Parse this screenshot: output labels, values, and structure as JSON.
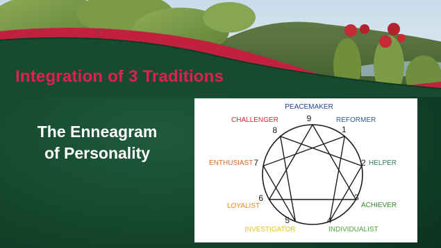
{
  "slide": {
    "title": "Integration of 3 Traditions",
    "subtitle_line1": "The Enneagram",
    "subtitle_line2": "of Personality"
  },
  "enneagram": {
    "types": [
      {
        "number": "9",
        "label": "PEACEMAKER",
        "color": "#1f3f9a"
      },
      {
        "number": "1",
        "label": "REFORMER",
        "color": "#2a5b8c"
      },
      {
        "number": "2",
        "label": "HELPER",
        "color": "#2e7d5b"
      },
      {
        "number": "3",
        "label": "ACHIEVER",
        "color": "#2f8a2f"
      },
      {
        "number": "4",
        "label": "INDIVIDUALIST",
        "color": "#4ba73a"
      },
      {
        "number": "5",
        "label": "INVESTIGATOR",
        "color": "#e8c21e"
      },
      {
        "number": "6",
        "label": "LOYALIST",
        "color": "#e08a1e"
      },
      {
        "number": "7",
        "label": "ENTHUSIAST",
        "color": "#e0661c"
      },
      {
        "number": "8",
        "label": "CHALLENGER",
        "color": "#d6282b"
      }
    ]
  },
  "colors": {
    "title": "#e2204e",
    "background": "#174a30",
    "accent_red": "#b01f3c"
  }
}
